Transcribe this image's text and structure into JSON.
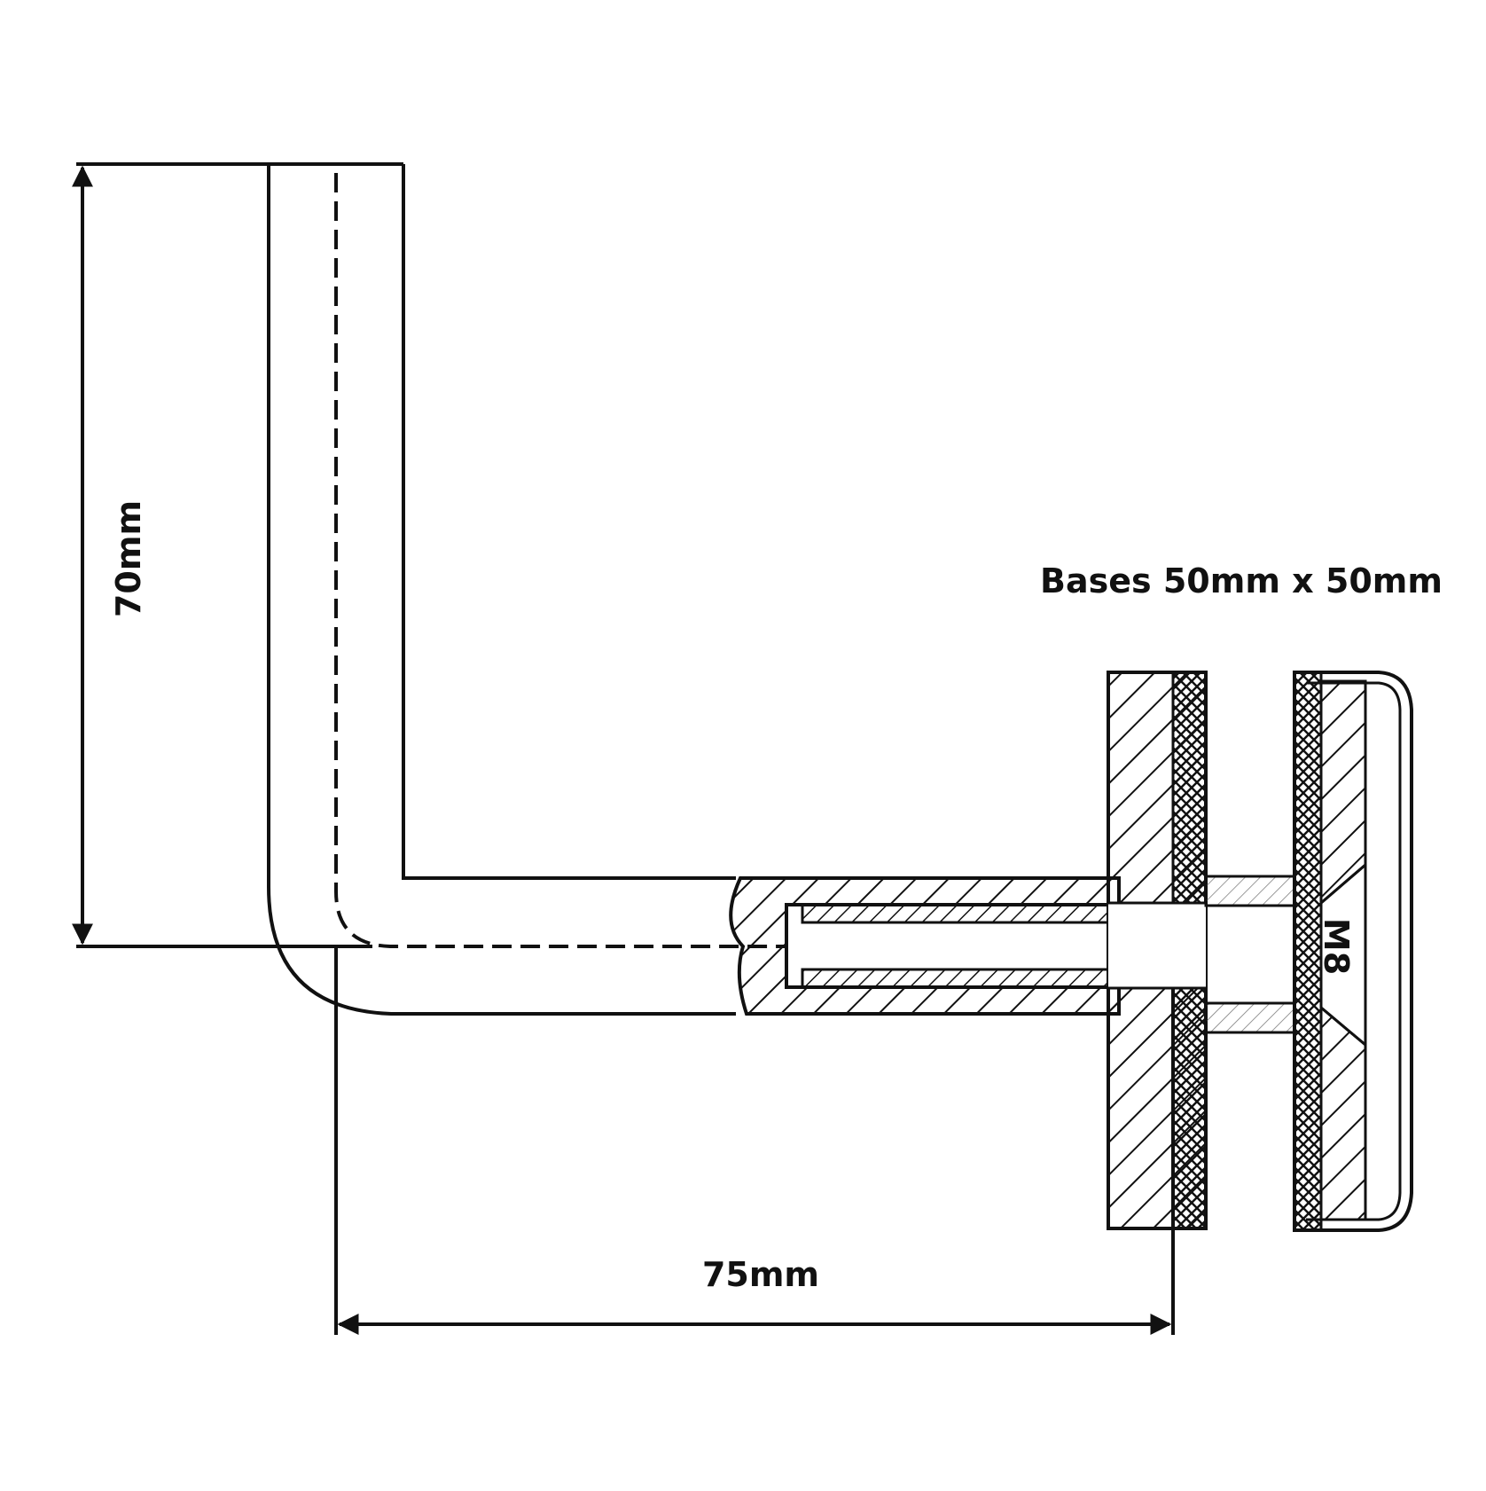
{
  "drawing": {
    "label_height": "70mm",
    "label_width": "75mm",
    "label_bases": "Bases 50mm x 50mm",
    "label_thread": "M8"
  },
  "colors": {
    "line": "#111111",
    "background": "#ffffff"
  }
}
